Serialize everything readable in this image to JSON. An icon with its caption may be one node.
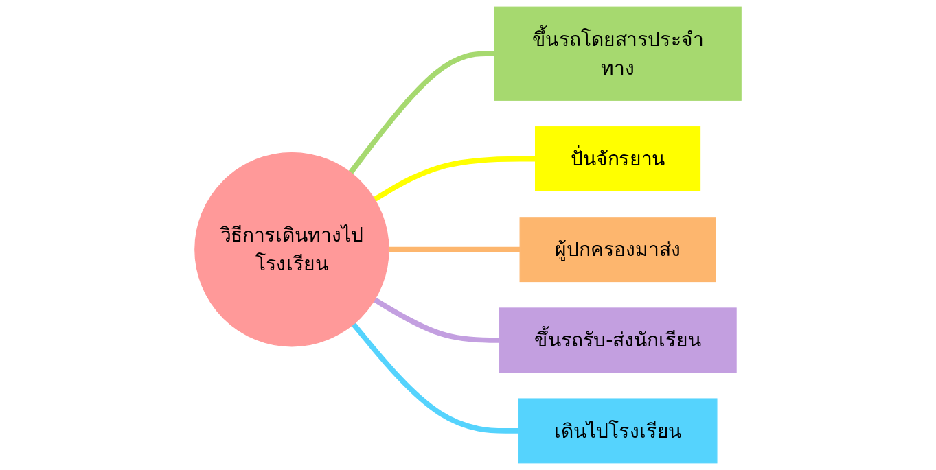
{
  "diagram": {
    "nodes": [
      {
        "text": [
          "ขึ้นรถโดยสารประจำทาง"
        ]
      },
      {
        "text": [
          "ปั่นจักรยาน"
        ]
      },
      {
        "text": [
          "วิธีการเดินทางไปโรงเรียน"
        ]
      },
      {
        "text": [
          "ผู้ปกครองมาส่ง"
        ]
      },
      {
        "text": [
          "ขึ้นรถรับ-ส่งนักเรียน"
        ]
      },
      {
        "text": [
          "เดินไปโรงเรียน"
        ]
      }
    ],
    "edges": [
      {
        "from": 2,
        "to": 0,
        "arrow": "none",
        "color": "#a6d96f"
      },
      {
        "from": 2,
        "to": 1,
        "arrow": "none",
        "color": "#ffff00"
      },
      {
        "from": 2,
        "to": 3,
        "arrow": "none",
        "color": "#fdb66e"
      },
      {
        "from": 2,
        "to": 4,
        "arrow": "none",
        "color": "#c39fe0"
      },
      {
        "from": 2,
        "to": 5,
        "arrow": "none",
        "color": "#55d3fd"
      }
    ]
  }
}
